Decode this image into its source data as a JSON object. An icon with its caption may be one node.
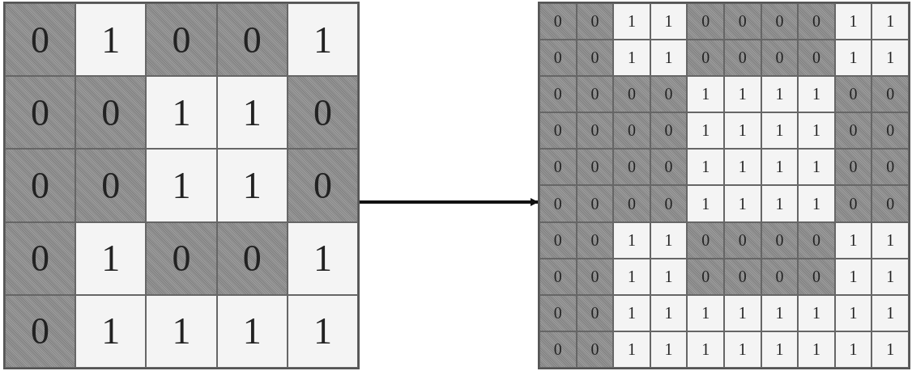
{
  "diagram": {
    "nodes": [
      {
        "text": [],
        "shape": "box"
      },
      {
        "text": [],
        "shape": "box"
      }
    ],
    "edges": [
      {
        "from": 0,
        "to": 1,
        "arrow": "to"
      }
    ],
    "labels": [
      "0",
      "1",
      "0",
      "0",
      "1",
      "0",
      "0",
      "1",
      "1",
      "0",
      "0",
      "0",
      "1",
      "1",
      "0",
      "0",
      "1",
      "0",
      "0",
      "1",
      "0",
      "1",
      "1",
      "1",
      "1",
      "0",
      "0",
      "1",
      "1",
      "0",
      "0",
      "0",
      "0",
      "1",
      "1",
      "0",
      "0",
      "1",
      "1",
      "0",
      "0",
      "0",
      "0",
      "1",
      "1",
      "0",
      "0",
      "0",
      "0",
      "1",
      "1",
      "1",
      "1",
      "0",
      "0",
      "0",
      "0",
      "0",
      "0",
      "1",
      "1",
      "1",
      "1",
      "0",
      "0",
      "0",
      "0",
      "0",
      "0",
      "1",
      "1",
      "1",
      "1",
      "0",
      "0",
      "0",
      "0",
      "0",
      "0",
      "1",
      "1",
      "1",
      "1",
      "0",
      "0",
      "0",
      "0",
      "1",
      "1",
      "0",
      "0",
      "0",
      "0",
      "1",
      "1",
      "0",
      "0",
      "1",
      "1",
      "0",
      "0",
      "0",
      "0",
      "1",
      "1",
      "0",
      "0",
      "1",
      "1",
      "1",
      "1",
      "1",
      "1",
      "1",
      "1",
      "0",
      "0",
      "1",
      "1",
      "1",
      "1",
      "1",
      "1",
      "1",
      "1"
    ]
  }
}
